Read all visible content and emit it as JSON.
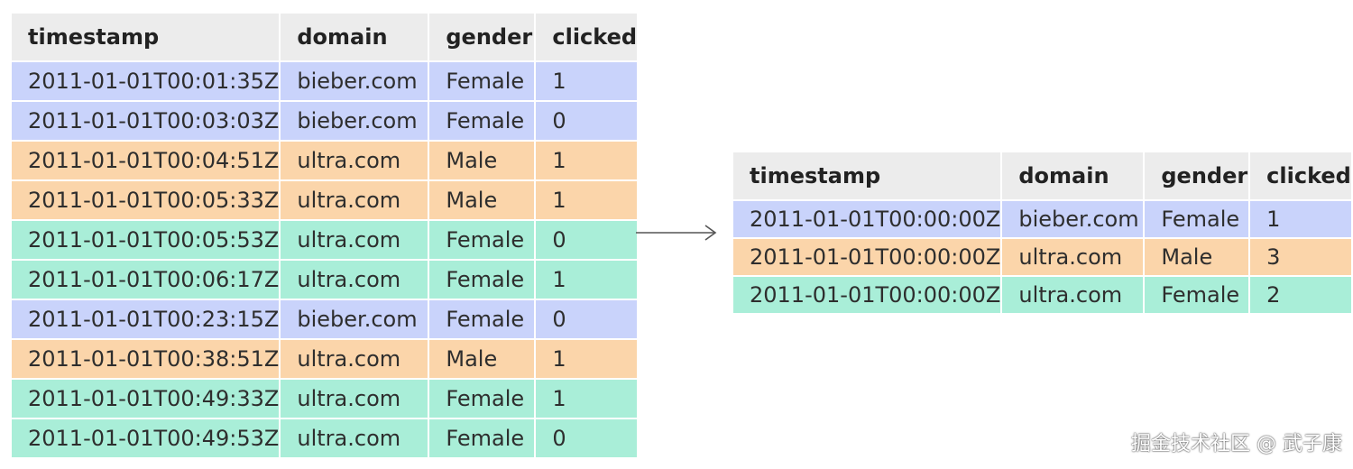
{
  "colors": {
    "blue": "#c9d3fb",
    "orange": "#fbd5aa",
    "green": "#a9eed8",
    "header": "#ececec"
  },
  "left_table": {
    "headers": [
      "timestamp",
      "domain",
      "gender",
      "clicked"
    ],
    "rows": [
      {
        "color": "blue",
        "cells": [
          "2011-01-01T00:01:35Z",
          "bieber.com",
          "Female",
          "1"
        ]
      },
      {
        "color": "blue",
        "cells": [
          "2011-01-01T00:03:03Z",
          "bieber.com",
          "Female",
          "0"
        ]
      },
      {
        "color": "orange",
        "cells": [
          "2011-01-01T00:04:51Z",
          "ultra.com",
          "Male",
          "1"
        ]
      },
      {
        "color": "orange",
        "cells": [
          "2011-01-01T00:05:33Z",
          "ultra.com",
          "Male",
          "1"
        ]
      },
      {
        "color": "green",
        "cells": [
          "2011-01-01T00:05:53Z",
          "ultra.com",
          "Female",
          "0"
        ]
      },
      {
        "color": "green",
        "cells": [
          "2011-01-01T00:06:17Z",
          "ultra.com",
          "Female",
          "1"
        ]
      },
      {
        "color": "blue",
        "cells": [
          "2011-01-01T00:23:15Z",
          "bieber.com",
          "Female",
          "0"
        ]
      },
      {
        "color": "orange",
        "cells": [
          "2011-01-01T00:38:51Z",
          "ultra.com",
          "Male",
          "1"
        ]
      },
      {
        "color": "green",
        "cells": [
          "2011-01-01T00:49:33Z",
          "ultra.com",
          "Female",
          "1"
        ]
      },
      {
        "color": "green",
        "cells": [
          "2011-01-01T00:49:53Z",
          "ultra.com",
          "Female",
          "0"
        ]
      }
    ]
  },
  "right_table": {
    "headers": [
      "timestamp",
      "domain",
      "gender",
      "clicked"
    ],
    "rows": [
      {
        "color": "blue",
        "cells": [
          "2011-01-01T00:00:00Z",
          "bieber.com",
          "Female",
          "1"
        ]
      },
      {
        "color": "orange",
        "cells": [
          "2011-01-01T00:00:00Z",
          "ultra.com",
          "Male",
          "3"
        ]
      },
      {
        "color": "green",
        "cells": [
          "2011-01-01T00:00:00Z",
          "ultra.com",
          "Female",
          "2"
        ]
      }
    ]
  },
  "arrow": {
    "icon": "right-arrow-icon"
  },
  "watermark": "掘金技术社区 @ 武子康"
}
